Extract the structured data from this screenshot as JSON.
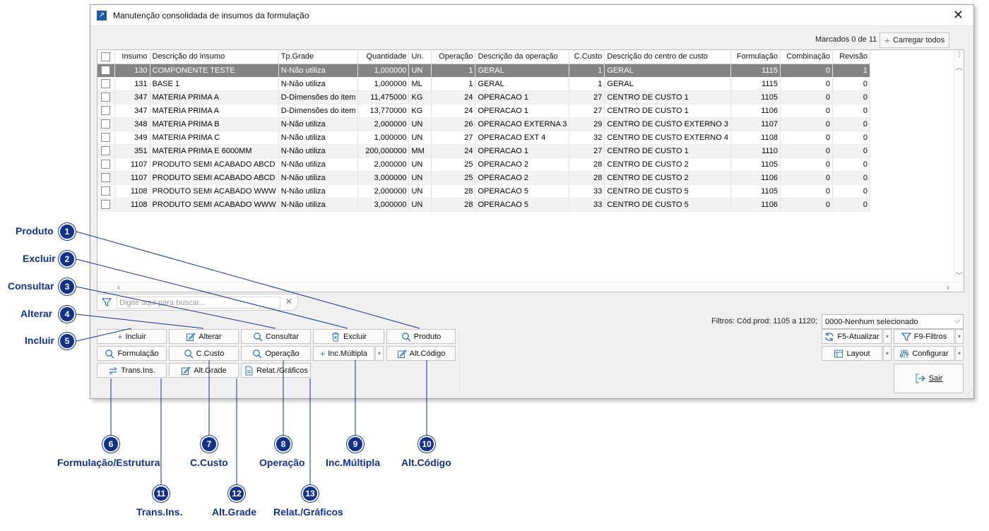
{
  "window": {
    "title": "Manutenção consolidada de insumos da formulação",
    "close_glyph": "✕"
  },
  "marcados": "Marcados 0 de 11",
  "carregar_todos": "Carregar todos",
  "grid": {
    "columns": [
      "Insumo",
      "Descrição do insumo",
      "Tp.Grade",
      "Quantidade",
      "Un.",
      "Operação",
      "Descrição da operação",
      "C.Custo",
      "Descrição do centro de custo",
      "Formulação",
      "Combinação",
      "Revisão"
    ],
    "rows": [
      [
        "130",
        "COMPONENTE TESTE",
        "N-Não utiliza",
        "1,000000",
        "UN",
        "1",
        "GERAL",
        "1",
        "GERAL",
        "1115",
        "0",
        "1"
      ],
      [
        "131",
        "BASE 1",
        "N-Não utiliza",
        "1,000000",
        "ML",
        "1",
        "GERAL",
        "1",
        "GERAL",
        "1115",
        "0",
        "0"
      ],
      [
        "347",
        "MATERIA PRIMA A",
        "D-Dimensões do item",
        "11,475000",
        "KG",
        "24",
        "OPERACAO 1",
        "27",
        "CENTRO DE CUSTO 1",
        "1105",
        "0",
        "0"
      ],
      [
        "347",
        "MATERIA PRIMA A",
        "D-Dimensões do item",
        "13,770000",
        "KG",
        "24",
        "OPERACAO 1",
        "27",
        "CENTRO DE CUSTO 1",
        "1106",
        "0",
        "0"
      ],
      [
        "348",
        "MATERIA PRIMA B",
        "N-Não utiliza",
        "2,000000",
        "UN",
        "26",
        "OPERACAO EXTERNA 3",
        "29",
        "CENTRO DE CUSTO EXTERNO 3",
        "1107",
        "0",
        "0"
      ],
      [
        "349",
        "MATERIA PRIMA C",
        "N-Não utiliza",
        "1,000000",
        "UN",
        "27",
        "OPERACAO EXT 4",
        "32",
        "CENTRO DE CUSTO EXTERNO 4",
        "1108",
        "0",
        "0"
      ],
      [
        "351",
        "MATERIA PRIMA E 6000MM",
        "N-Não utiliza",
        "200,000000",
        "MM",
        "24",
        "OPERACAO 1",
        "27",
        "CENTRO DE CUSTO 1",
        "1110",
        "0",
        "0"
      ],
      [
        "1107",
        "PRODUTO SEMI ACABADO ABCD",
        "N-Não utiliza",
        "2,000000",
        "UN",
        "25",
        "OPERACAO 2",
        "28",
        "CENTRO DE CUSTO 2",
        "1105",
        "0",
        "0"
      ],
      [
        "1107",
        "PRODUTO SEMI ACABADO ABCD",
        "N-Não utiliza",
        "3,000000",
        "UN",
        "25",
        "OPERACAO 2",
        "28",
        "CENTRO DE CUSTO 2",
        "1106",
        "0",
        "0"
      ],
      [
        "1108",
        "PRODUTO SEMI ACABADO WWW",
        "N-Não utiliza",
        "2,000000",
        "UN",
        "28",
        "OPERACAO 5",
        "33",
        "CENTRO DE CUSTO 5",
        "1105",
        "0",
        "0"
      ],
      [
        "1108",
        "PRODUTO SEMI ACABADO WWW",
        "N-Não utiliza",
        "3,000000",
        "UN",
        "28",
        "OPERACAO 5",
        "33",
        "CENTRO DE CUSTO 5",
        "1106",
        "0",
        "0"
      ]
    ],
    "selected_row": 0
  },
  "search": {
    "placeholder": "Digite aqui para buscar..."
  },
  "buttons": {
    "incluir": "Incluir",
    "alterar": "Alterar",
    "consultar": "Consultar",
    "excluir": "Excluir",
    "produto": "Produto",
    "formulacao": "Formulação",
    "ccusto": "C.Custo",
    "operacao": "Operação",
    "inc_multipla": "Inc.Múltipla",
    "alt_codigo": "Alt.Código",
    "trans_ins": "Trans.Ins.",
    "alt_grade": "Alt.Grade",
    "relat_graficos": "Relat./Gráficos"
  },
  "filters": {
    "label": "Filtros: Cód.prod: 1105 a 1120;",
    "selected": "0000-Nenhum selecionado"
  },
  "right_buttons": {
    "atualizar": "F5-Atualizar",
    "filtros": "F9-Filtros",
    "layout": "Layout",
    "configurar": "Configurar",
    "sair": "Sair"
  },
  "callouts": {
    "n1": "1",
    "t1": "Produto",
    "n2": "2",
    "t2": "Excluir",
    "n3": "3",
    "t3": "Consultar",
    "n4": "4",
    "t4": "Alterar",
    "n5": "5",
    "t5": "Incluir",
    "n6": "6",
    "t6": "Formulação/Estrutura",
    "n7": "7",
    "t7": "C.Custo",
    "n8": "8",
    "t8": "Operação",
    "n9": "9",
    "t9": "Inc.Múltipla",
    "n10": "10",
    "t10": "Alt.Código",
    "n11": "11",
    "t11": "Trans.Ins.",
    "n12": "12",
    "t12": "Alt.Grade",
    "n13": "13",
    "t13": "Relat./Gráficos"
  },
  "colors": {
    "callout": "#14318a",
    "selected_row": "#838383",
    "icon_blue": "#3470b8"
  }
}
